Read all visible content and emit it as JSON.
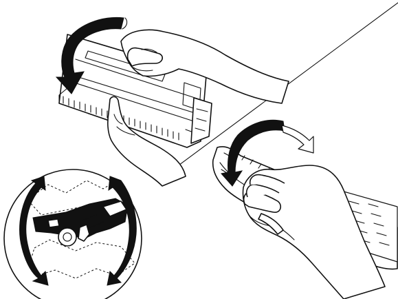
{
  "figure": {
    "steps": [
      {
        "icon": "cartridge-rotate-step"
      },
      {
        "icon": "cartridge-tilt-step"
      },
      {
        "icon": "cartridge-shake-detail"
      }
    ],
    "colors": {
      "line": "#111111",
      "background": "#ffffff"
    }
  }
}
